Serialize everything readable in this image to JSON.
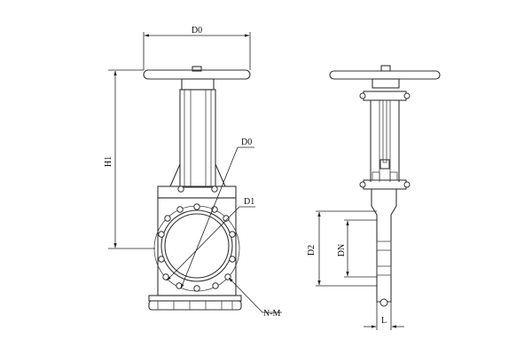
{
  "labels": {
    "top_width": "D0",
    "height": "H1",
    "diagonal": "D0",
    "flange": "D1",
    "bolts": "N-M",
    "side_outer": "D2",
    "side_inner": "DN",
    "length": "L"
  },
  "colors": {
    "line": "#333333",
    "background": "#ffffff"
  }
}
